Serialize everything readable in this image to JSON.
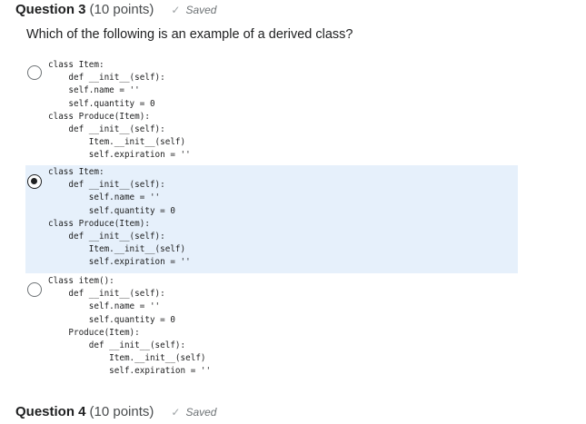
{
  "question3": {
    "number": "Question 3",
    "points": "(10 points)",
    "status_icon": "check-icon",
    "status": "Saved",
    "prompt": "Which of the following is an example of a derived class?",
    "options": [
      {
        "selected": false,
        "lines": [
          "class Item:",
          "    def __init__(self):",
          "    self.name = ''",
          "    self.quantity = 0",
          "class Produce(Item):",
          "    def __init__(self):",
          "        Item.__init__(self)",
          "        self.expiration = ''"
        ]
      },
      {
        "selected": true,
        "lines": [
          "class Item:",
          "    def __init__(self):",
          "        self.name = ''",
          "        self.quantity = 0",
          "class Produce(Item):",
          "    def __init__(self):",
          "        Item.__init__(self)",
          "        self.expiration = ''"
        ]
      },
      {
        "selected": false,
        "lines": [
          "Class item():",
          "    def __init__(self):",
          "        self.name = ''",
          "        self.quantity = 0",
          "    Produce(Item):",
          "        def __init__(self):",
          "            Item.__init__(self)",
          "            self.expiration = ''"
        ]
      }
    ]
  },
  "question4": {
    "number": "Question 4",
    "points": "(10 points)",
    "status_icon": "check-icon",
    "status": "Saved"
  },
  "colors": {
    "selected_bg": "#e6f0fb",
    "text": "#202122",
    "muted": "#6e7376"
  }
}
